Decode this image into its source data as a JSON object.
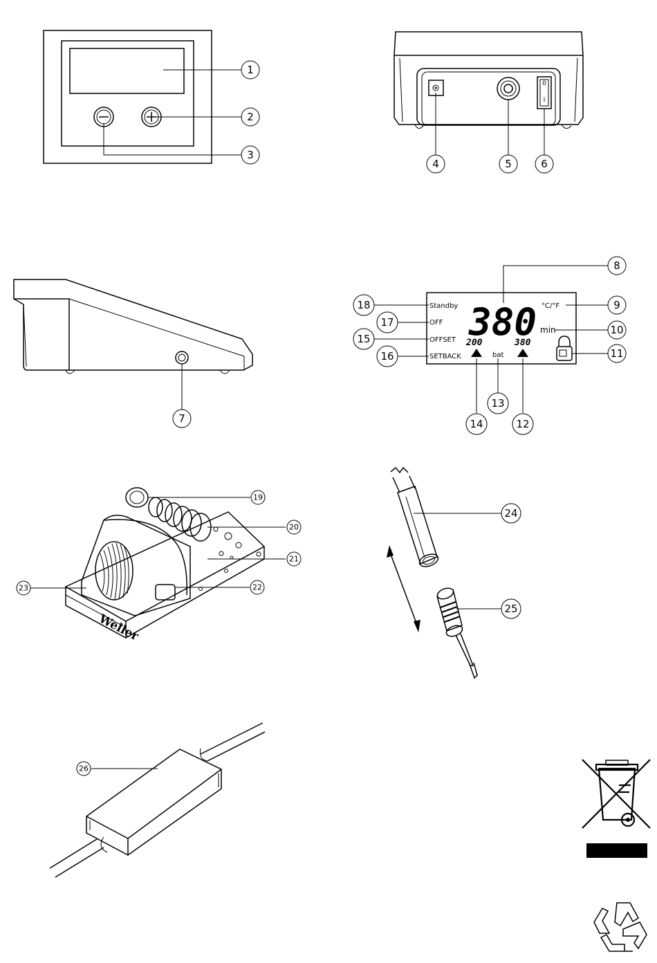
{
  "callouts": {
    "c1": "1",
    "c2": "2",
    "c3": "3",
    "c4": "4",
    "c5": "5",
    "c6": "6",
    "c7": "7",
    "c8": "8",
    "c9": "9",
    "c10": "10",
    "c11": "11",
    "c12": "12",
    "c13": "13",
    "c14": "14",
    "c15": "15",
    "c16": "16",
    "c17": "17",
    "c18": "18",
    "c19": "19",
    "c20": "20",
    "c21": "21",
    "c22": "22",
    "c23": "23",
    "c24": "24",
    "c25": "25",
    "c26": "26"
  },
  "lcd": {
    "standby": "Standby",
    "off": "OFF",
    "offset": "OFFSET",
    "setback": "SETBACK",
    "main_temp": "380",
    "unit": "°C/°F",
    "min": "min",
    "preset_left": "200",
    "preset_right": "380",
    "bat": "bat"
  },
  "switch": {
    "top": "0",
    "bottom": "I"
  },
  "stand_logo": "Weller"
}
